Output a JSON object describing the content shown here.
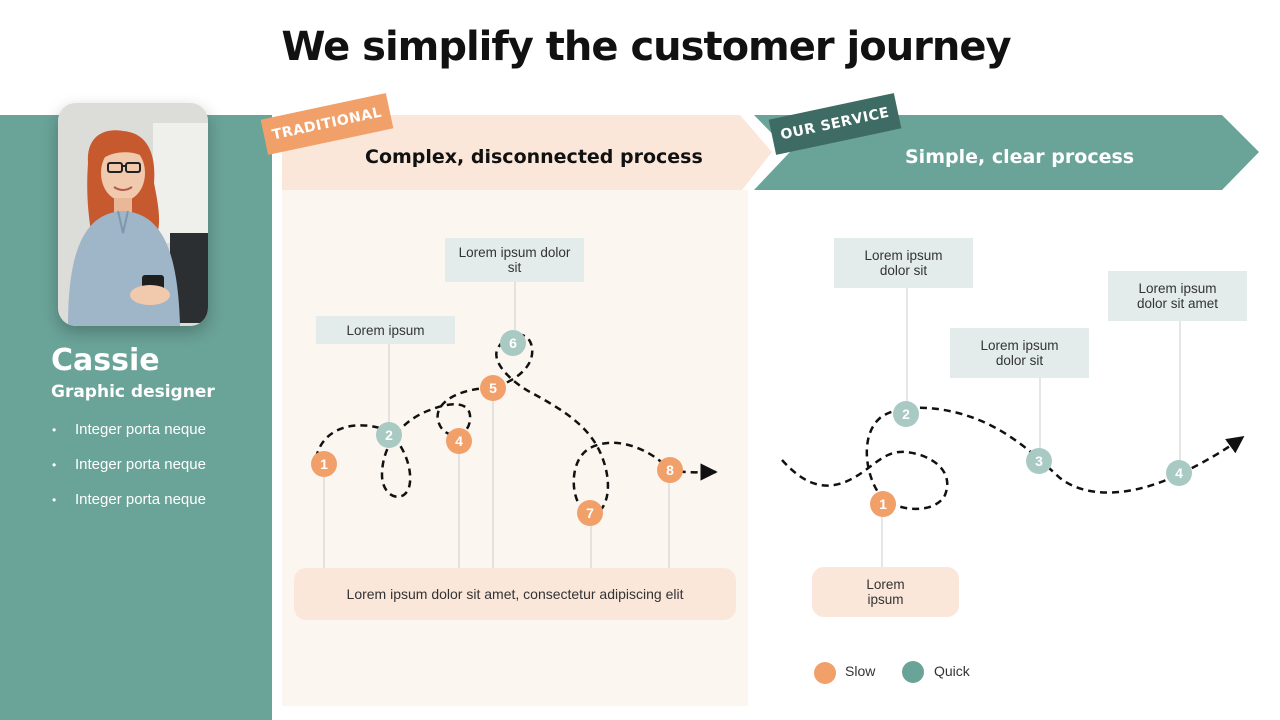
{
  "title": "We simplify the customer journey",
  "profile": {
    "name": "Cassie",
    "role": "Graphic designer",
    "bullets": [
      "Integer porta neque",
      "Integer porta neque",
      "Integer porta neque"
    ]
  },
  "traditional": {
    "tag": "TRADITIONAL",
    "heading": "Complex, disconnected process",
    "labels": [
      "Lorem ipsum",
      "Lorem ipsum dolor sit"
    ],
    "bottom_label": "Lorem ipsum dolor sit amet, consectetur adipiscing elit",
    "steps": [
      "1",
      "2",
      "4",
      "5",
      "6",
      "7",
      "8"
    ]
  },
  "service": {
    "tag": "OUR SERVICE",
    "heading": "Simple, clear process",
    "labels": [
      "Lorem ipsum dolor sit",
      "Lorem ipsum dolor sit",
      "Lorem ipsum dolor sit amet",
      "Lorem ipsum"
    ],
    "steps": [
      "1",
      "2",
      "3",
      "4"
    ]
  },
  "legend": {
    "slow": "Slow",
    "quick": "Quick"
  },
  "colors": {
    "teal": "#6aa398",
    "slow": "#f2a06a",
    "quick": "#a8cac3",
    "dark_teal": "#3e6b63",
    "peach": "#fbe7da"
  },
  "icons": {
    "arrow_head": "arrowhead-icon"
  }
}
